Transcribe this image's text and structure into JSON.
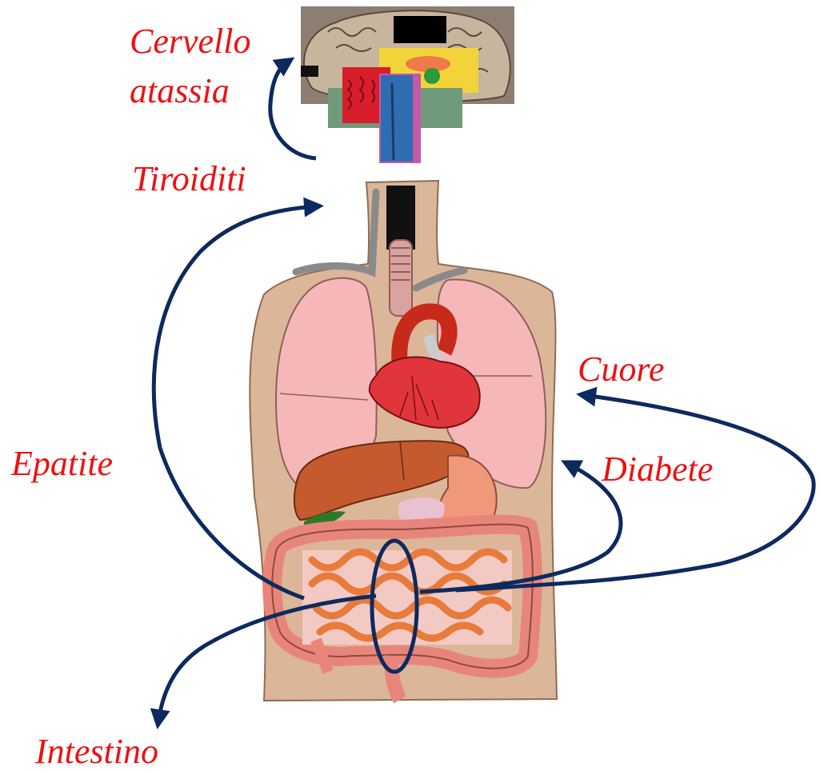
{
  "labels": {
    "brain_line1": "Cervello",
    "brain_line2": "atassia",
    "thyroid": "Tiroiditi",
    "liver": "Epatite",
    "heart": "Cuore",
    "pancreas": "Diabete",
    "gut": "Intestino"
  },
  "colors": {
    "label_text": "#ee1111",
    "arrow": "#0d2a5e",
    "skin": "#dcb699",
    "lung": "#f5b7b8",
    "heart": "#e0353a",
    "liver": "#c45a2e",
    "intestine": "#e8857a",
    "trachea": "#444444"
  },
  "icons": {
    "brain": "brain-icon",
    "torso": "torso-anatomy-icon"
  }
}
